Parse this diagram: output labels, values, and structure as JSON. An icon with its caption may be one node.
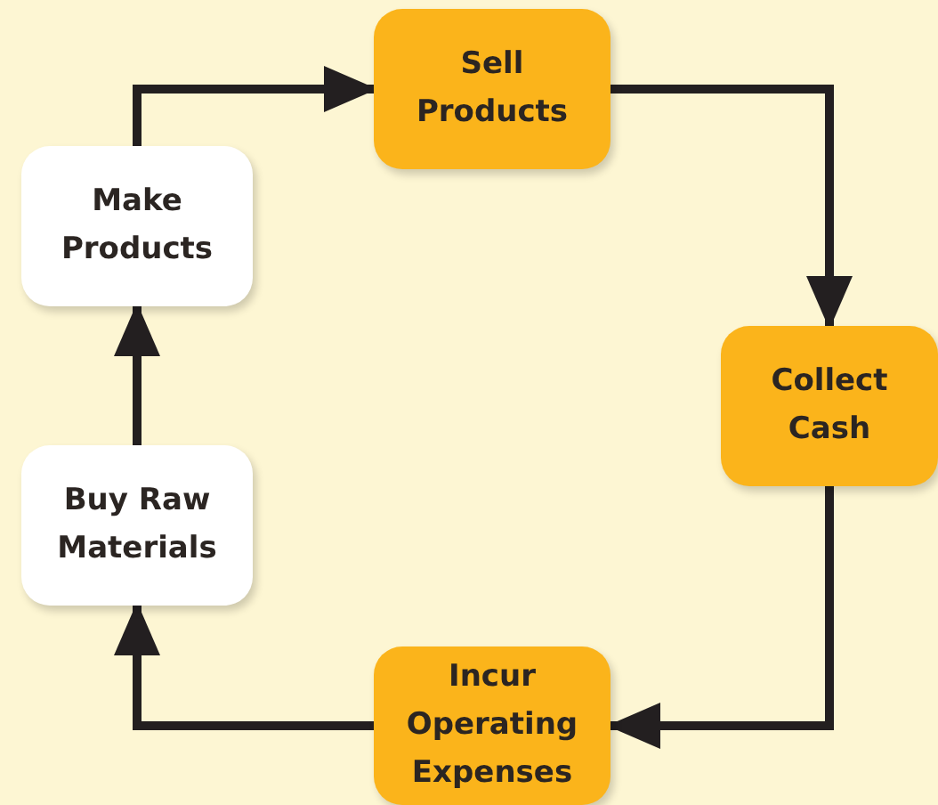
{
  "diagram": {
    "nodes": [
      {
        "text": [
          "Sell Products"
        ]
      },
      {
        "text": [
          "Collect Cash"
        ]
      },
      {
        "text": [
          "Incur Operating Expenses"
        ]
      },
      {
        "text": [
          "Buy Raw Materials"
        ]
      },
      {
        "text": [
          "Make Products"
        ]
      }
    ],
    "edges": [
      {
        "from": 4,
        "to": 0,
        "arrow": "to"
      },
      {
        "from": 0,
        "to": 1,
        "arrow": "to"
      },
      {
        "from": 1,
        "to": 2,
        "arrow": "to"
      },
      {
        "from": 2,
        "to": 3,
        "arrow": "to"
      },
      {
        "from": 3,
        "to": 4,
        "arrow": "to"
      }
    ]
  }
}
